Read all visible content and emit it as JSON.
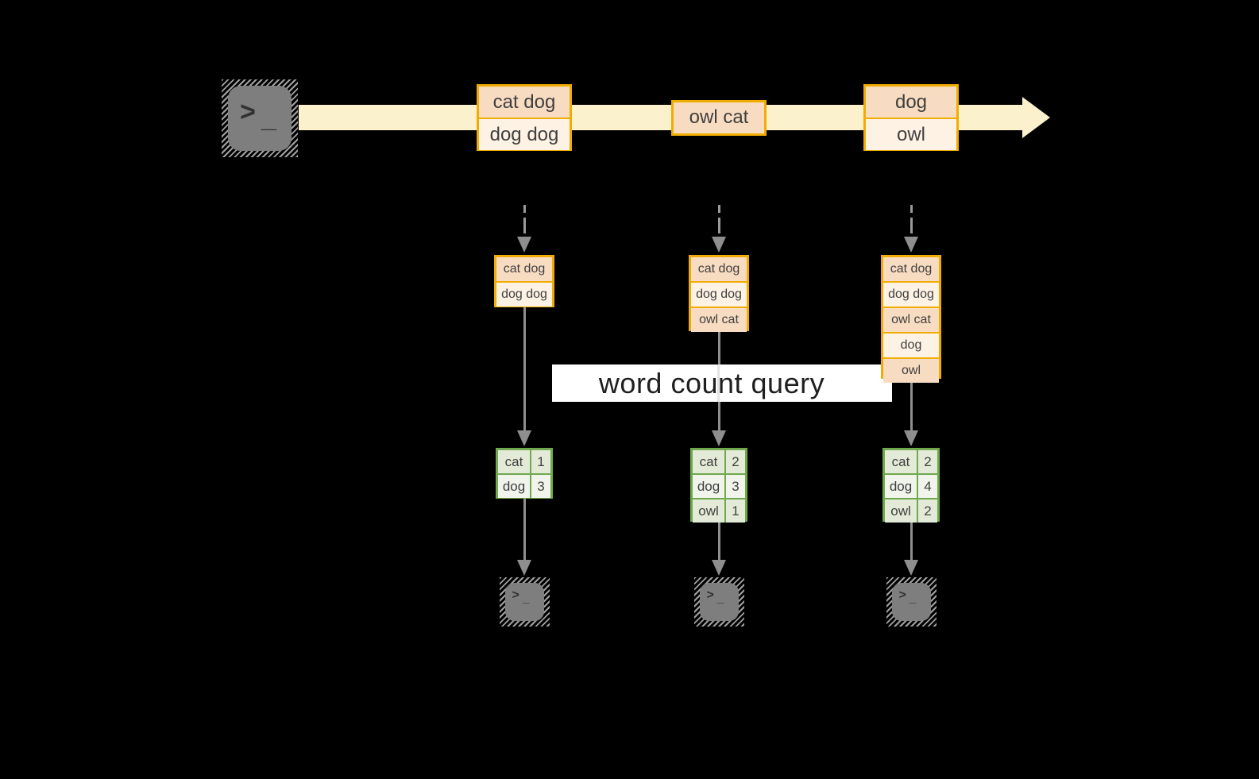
{
  "query_label": "word count query",
  "icons": {
    "terminal_prompt": ">",
    "terminal_cursor": "_",
    "source_terminal": "terminal-icon",
    "sink_terminal": "terminal-icon",
    "stream_arrow": "right-arrow-icon",
    "flow_arrow": "down-arrow-icon"
  },
  "stream": {
    "events": [
      {
        "rows": [
          "cat dog",
          "dog dog"
        ]
      },
      {
        "rows": [
          "owl cat"
        ]
      },
      {
        "rows": [
          "dog",
          "owl"
        ]
      }
    ]
  },
  "columns": [
    {
      "state": [
        "cat dog",
        "dog dog"
      ],
      "result": [
        [
          "cat",
          "1"
        ],
        [
          "dog",
          "3"
        ]
      ]
    },
    {
      "state": [
        "cat dog",
        "dog dog",
        "owl cat"
      ],
      "result": [
        [
          "cat",
          "2"
        ],
        [
          "dog",
          "3"
        ],
        [
          "owl",
          "1"
        ]
      ]
    },
    {
      "state": [
        "cat dog",
        "dog dog",
        "owl cat",
        "dog",
        "owl"
      ],
      "result": [
        [
          "cat",
          "2"
        ],
        [
          "dog",
          "4"
        ],
        [
          "owl",
          "2"
        ]
      ]
    }
  ],
  "colors": {
    "background": "#000000",
    "stream_band": "#fcf1cd",
    "box_border": "#f0ad00",
    "box_fill_dark": "#f8dcc2",
    "box_fill_light": "#fdf2e4",
    "table_border": "#70a84e",
    "table_fill_dark": "#e3ebd8",
    "table_fill_light": "#f0f4eb",
    "arrow_gray": "#8e8e8e",
    "terminal_gray": "#7e7e7e",
    "banner_bg": "#ffffff",
    "text": "#3f3f3f"
  }
}
